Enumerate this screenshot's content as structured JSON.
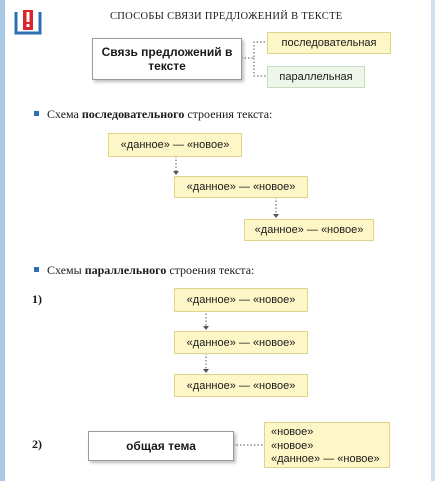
{
  "title": "СПОСОБЫ СВЯЗИ ПРЕДЛОЖЕНИЙ В ТЕКСТЕ",
  "main_box": "Связь предложений в тексте",
  "types": [
    "последовательная",
    "параллельная"
  ],
  "section1": {
    "prefix": "Схема ",
    "bold": "последовательного",
    "suffix": " строения текста:",
    "items": [
      "«данное» — «новое»",
      "«данное» — «новое»",
      "«данное» — «новое»"
    ]
  },
  "section2": {
    "prefix": "Схемы ",
    "bold": "параллельного",
    "suffix": " строения текста:",
    "scheme1_number": "1)",
    "scheme1_items": [
      "«данное» — «новое»",
      "«данное» — «новое»",
      "«данное» — «новое»"
    ],
    "scheme2_number": "2)",
    "scheme2_topic": "общая тема",
    "scheme2_lines": [
      "«новое»",
      "«новое»",
      "«данное» — «новое»"
    ]
  },
  "colors": {
    "accent_blue": "#2e6fb4",
    "yellow_box": "#fdf6c6",
    "green_box": "#eef6e9",
    "icon_red": "#d9262c"
  }
}
